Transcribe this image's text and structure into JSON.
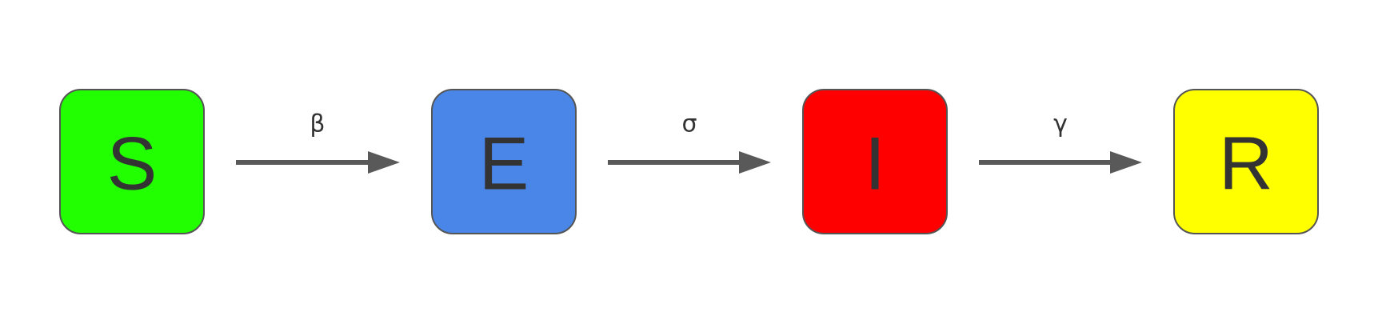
{
  "diagram": {
    "nodes": [
      {
        "id": "S",
        "label": "S",
        "color": "#22ff00"
      },
      {
        "id": "E",
        "label": "E",
        "color": "#4a86e8"
      },
      {
        "id": "I",
        "label": "I",
        "color": "#ff0000"
      },
      {
        "id": "R",
        "label": "R",
        "color": "#ffff00"
      }
    ],
    "edges": [
      {
        "from": "S",
        "to": "E",
        "label": "β"
      },
      {
        "from": "E",
        "to": "I",
        "label": "σ"
      },
      {
        "from": "I",
        "to": "R",
        "label": "γ"
      }
    ]
  }
}
